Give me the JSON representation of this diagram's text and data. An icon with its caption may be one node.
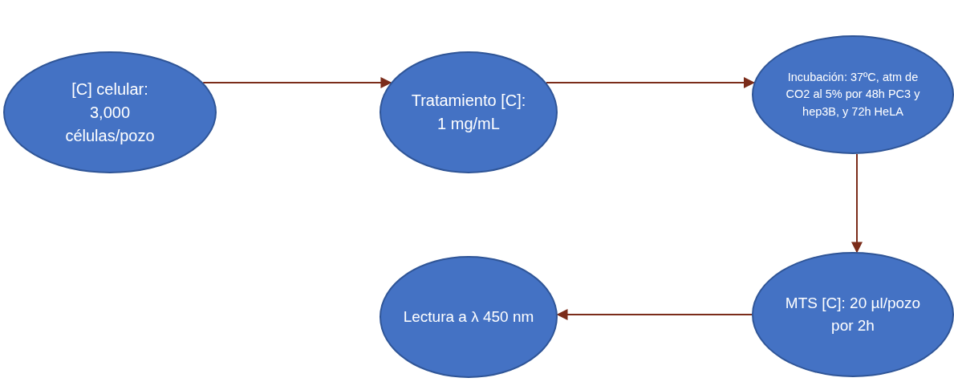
{
  "diagram": {
    "nodes": [
      {
        "text": [
          "[C] celular: 3,000 células/pozo"
        ]
      },
      {
        "text": [
          "Tratamiento [C]: 1 mg/mL"
        ]
      },
      {
        "text": [
          "Incubación: 37ºC, atm de CO2 al 5% por 48h PC3 y hep3B, y 72h HeLA"
        ]
      },
      {
        "text": [
          "MTS [C]: 20 µl/pozo por 2h"
        ]
      },
      {
        "text": [
          "Lectura a λ 450 nm"
        ]
      }
    ],
    "edges": [
      {
        "from": 0,
        "to": 1,
        "arrow": "to"
      },
      {
        "from": 1,
        "to": 2,
        "arrow": "to"
      },
      {
        "from": 2,
        "to": 3,
        "arrow": "to"
      },
      {
        "from": 3,
        "to": 4,
        "arrow": "to"
      }
    ]
  }
}
